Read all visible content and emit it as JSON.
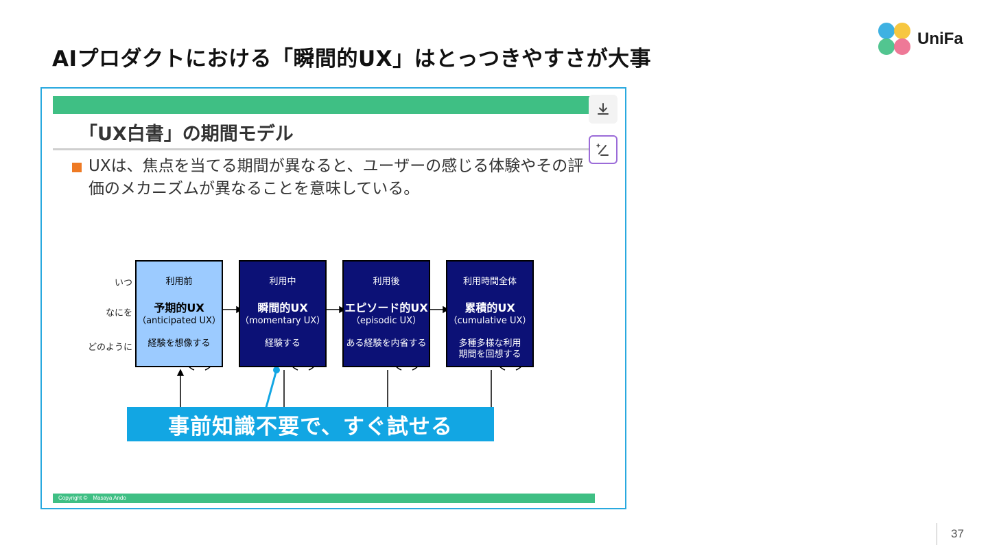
{
  "page": {
    "title": "AIプロダクトにおける「瞬間的UX」はとっつきやすさが大事",
    "page_number": "37"
  },
  "logo": {
    "brand": "UniFa",
    "colors": [
      "#29a9df",
      "#f6c12b",
      "#3fbf84",
      "#ec6a8c"
    ]
  },
  "slide": {
    "title": "「UX白書」の期間モデル",
    "bullet": "UXは、焦点を当てる期間が異なると、ユーザーの感じる体験やその評価のメカニズムが異なることを意味している。",
    "footer": "Copyright ©　Masaya Ando",
    "row_labels": [
      "いつ",
      "なにを",
      "どのように"
    ],
    "boxes": [
      {
        "when": "利用前",
        "what": "予期的UX",
        "what_sub": "（anticipated UX）",
        "how": "経験を想像する"
      },
      {
        "when": "利用中",
        "what": "瞬間的UX",
        "what_sub": "（momentary UX）",
        "how": "経験する"
      },
      {
        "when": "利用後",
        "what": "エピソード的UX",
        "what_sub": "（episodic UX）",
        "how": "ある経験を内省する"
      },
      {
        "when": "利用時間全体",
        "what": "累積的UX",
        "what_sub": "（cumulative UX）",
        "how": "多種多様な利用期間を回想する"
      }
    ],
    "callout": "事前知識不要で、すぐ試せる"
  },
  "toolbar": {
    "download_icon": "download-icon",
    "ai_edit_icon": "magic-pen-icon"
  },
  "colors": {
    "green": "#3fbf84",
    "slide_border": "#29a9df",
    "callout": "#12a6e3",
    "dark_box": "#0c1176",
    "light_box": "#9ccbff",
    "bullet": "#ee7a24"
  }
}
